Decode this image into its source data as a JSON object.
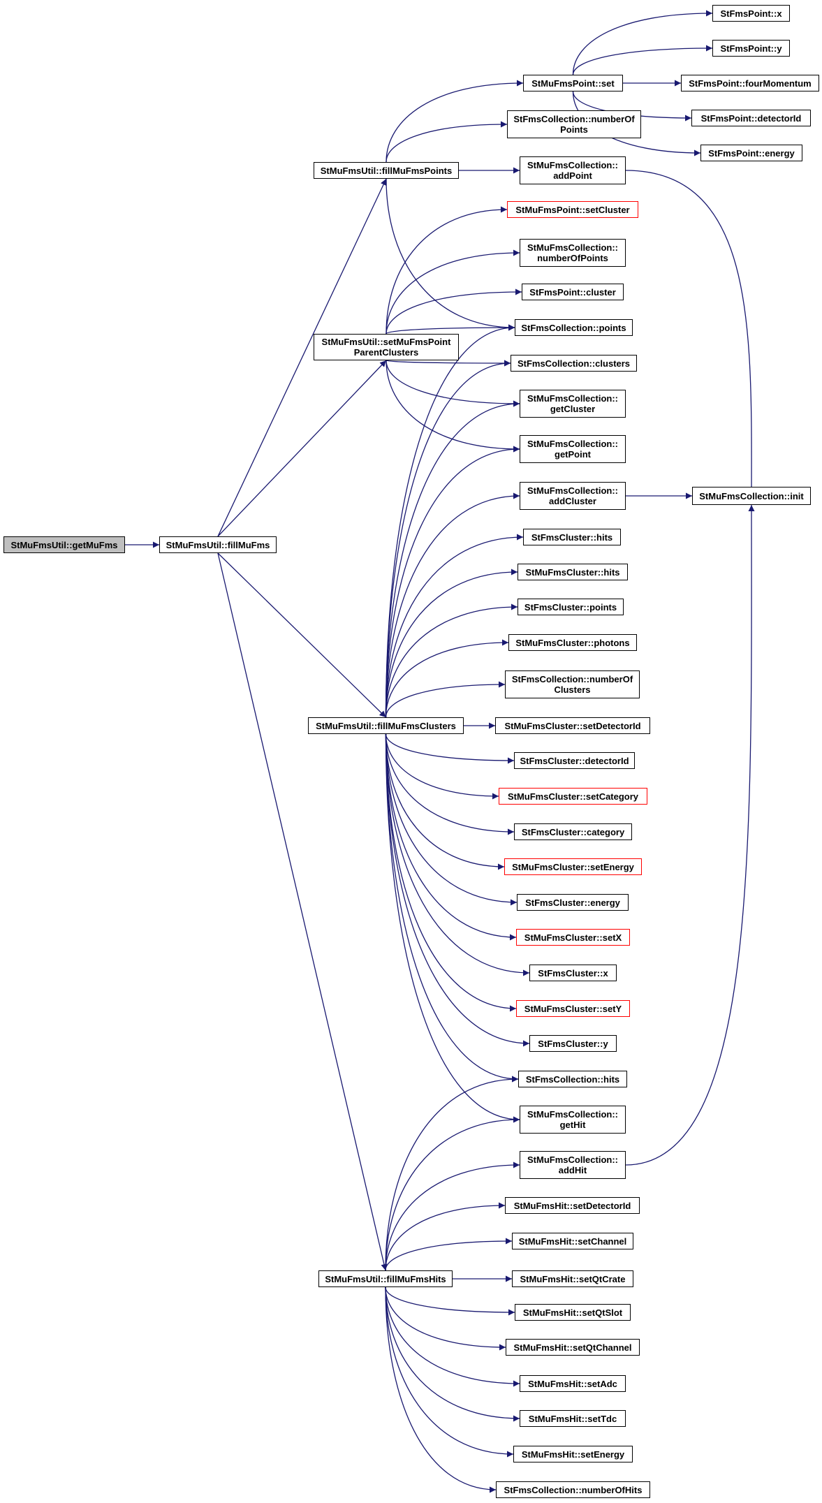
{
  "colors": {
    "edge": "#191970",
    "node_border": "#000000",
    "highlight_border": "#ff0000",
    "root_fill": "#bfbfbf",
    "background": "#ffffff"
  },
  "nodes": {
    "root": "StMuFmsUtil::getMuFms",
    "fillMuFms": "StMuFmsUtil::fillMuFms",
    "fillPoints": "StMuFmsUtil::fillMuFmsPoints",
    "setParent": "StMuFmsUtil::setMuFmsPoint\nParentClusters",
    "fillClusters": "StMuFmsUtil::fillMuFmsClusters",
    "fillHits": "StMuFmsUtil::fillMuFmsHits",
    "pointSet": "StMuFmsPoint::set",
    "fpX": "StFmsPoint::x",
    "fpY": "StFmsPoint::y",
    "fpFour": "StFmsPoint::fourMomentum",
    "fpDet": "StFmsPoint::detectorId",
    "fpEnergy": "StFmsPoint::energy",
    "fcNumPoints": "StFmsCollection::numberOf\nPoints",
    "mcAddPoint": "StMuFmsCollection::\naddPoint",
    "mpSetCluster": "StMuFmsPoint::setCluster",
    "mcNumPoints": "StMuFmsCollection::\nnumberOfPoints",
    "fpCluster": "StFmsPoint::cluster",
    "fcPoints": "StFmsCollection::points",
    "fcClusters": "StFmsCollection::clusters",
    "mcGetCluster": "StMuFmsCollection::\ngetCluster",
    "mcGetPoint": "StMuFmsCollection::\ngetPoint",
    "mcAddCluster": "StMuFmsCollection::\naddCluster",
    "mcInit": "StMuFmsCollection::init",
    "fclHits": "StFmsCluster::hits",
    "mclHits": "StMuFmsCluster::hits",
    "fclPoints": "StFmsCluster::points",
    "mclPhotons": "StMuFmsCluster::photons",
    "fcNumClusters": "StFmsCollection::numberOf\nClusters",
    "mclSetDet": "StMuFmsCluster::setDetectorId",
    "fclDet": "StFmsCluster::detectorId",
    "mclSetCat": "StMuFmsCluster::setCategory",
    "fclCat": "StFmsCluster::category",
    "mclSetEnergy": "StMuFmsCluster::setEnergy",
    "fclEnergy": "StFmsCluster::energy",
    "mclSetX": "StMuFmsCluster::setX",
    "fclX": "StFmsCluster::x",
    "mclSetY": "StMuFmsCluster::setY",
    "fclY": "StFmsCluster::y",
    "fcHits": "StFmsCollection::hits",
    "mcGetHit": "StMuFmsCollection::\ngetHit",
    "mcAddHit": "StMuFmsCollection::\naddHit",
    "mhSetDet": "StMuFmsHit::setDetectorId",
    "mhSetChannel": "StMuFmsHit::setChannel",
    "mhSetQtCrate": "StMuFmsHit::setQtCrate",
    "mhSetQtSlot": "StMuFmsHit::setQtSlot",
    "mhSetQtChannel": "StMuFmsHit::setQtChannel",
    "mhSetAdc": "StMuFmsHit::setAdc",
    "mhSetTdc": "StMuFmsHit::setTdc",
    "mhSetEnergy": "StMuFmsHit::setEnergy",
    "fcNumHits": "StFmsCollection::numberOfHits"
  }
}
